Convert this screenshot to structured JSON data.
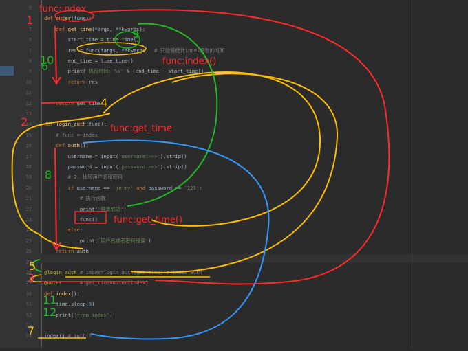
{
  "lines": [
    {
      "num": "5",
      "parts": [
        [
          "plain",
          ""
        ]
      ]
    },
    {
      "num": "6",
      "parts": [
        [
          "kw",
          "def "
        ],
        [
          "fn",
          "outer"
        ],
        [
          "plain",
          "(func):"
        ]
      ]
    },
    {
      "num": "7",
      "parts": [
        [
          "kw",
          "    def "
        ],
        [
          "fn",
          "get_time"
        ],
        [
          "plain",
          "(*args, **kwargs):"
        ]
      ]
    },
    {
      "num": "5",
      "parts": [
        [
          "plain",
          "        start_time = time.time()"
        ]
      ]
    },
    {
      "num": "7",
      "parts": [
        [
          "plain",
          "        res = func(*args, **kwargs)  "
        ],
        [
          "cm",
          "# 只能够统计index函数的时间"
        ]
      ]
    },
    {
      "num": "8",
      "parts": [
        [
          "plain",
          "        end_time = time.time()"
        ]
      ]
    },
    {
      "num": "9",
      "parts": [
        [
          "plain",
          "        print("
        ],
        [
          "st",
          "'执行时间: %s'"
        ],
        [
          "plain",
          " % (end_time - start_time))"
        ]
      ]
    },
    {
      "num": "10",
      "parts": [
        [
          "kw",
          "        return "
        ],
        [
          "plain",
          "res"
        ]
      ]
    },
    {
      "num": "11",
      "parts": [
        [
          "plain",
          ""
        ]
      ]
    },
    {
      "num": "12",
      "parts": [
        [
          "kw",
          "    return "
        ],
        [
          "plain",
          "get_time"
        ]
      ]
    },
    {
      "num": "13",
      "parts": [
        [
          "plain",
          ""
        ]
      ]
    },
    {
      "num": "14",
      "parts": [
        [
          "kw",
          "def "
        ],
        [
          "fn",
          "login_auth"
        ],
        [
          "plain",
          "(func):"
        ]
      ]
    },
    {
      "num": "15",
      "parts": [
        [
          "cm",
          "    # func = index"
        ]
      ]
    },
    {
      "num": "16",
      "parts": [
        [
          "kw",
          "    def "
        ],
        [
          "fn",
          "auth"
        ],
        [
          "plain",
          "():"
        ]
      ]
    },
    {
      "num": "17",
      "parts": [
        [
          "plain",
          "        username = input("
        ],
        [
          "st",
          "'username:>>>'"
        ],
        [
          "plain",
          ").strip()"
        ]
      ]
    },
    {
      "num": "18",
      "parts": [
        [
          "plain",
          "        password = input("
        ],
        [
          "st",
          "'password:>>>'"
        ],
        [
          "plain",
          ").strip()"
        ]
      ]
    },
    {
      "num": "19",
      "parts": [
        [
          "cm",
          "        # 2. 比较用户名和密码"
        ]
      ]
    },
    {
      "num": "20",
      "parts": [
        [
          "kw",
          "        if "
        ],
        [
          "plain",
          "username == "
        ],
        [
          "st",
          "'jerry'"
        ],
        [
          "kw",
          " and "
        ],
        [
          "plain",
          "password == "
        ],
        [
          "st",
          "'123'"
        ],
        [
          "plain",
          ":"
        ]
      ]
    },
    {
      "num": "21",
      "parts": [
        [
          "cm",
          "            # 执行函数"
        ]
      ]
    },
    {
      "num": "22",
      "parts": [
        [
          "plain",
          "            print("
        ],
        [
          "st",
          "'登录成功'"
        ],
        [
          "plain",
          ")"
        ]
      ]
    },
    {
      "num": "23",
      "parts": [
        [
          "plain",
          "            func()"
        ]
      ]
    },
    {
      "num": "24",
      "parts": [
        [
          "kw",
          "        else"
        ],
        [
          "plain",
          ":"
        ]
      ]
    },
    {
      "num": "25",
      "parts": [
        [
          "plain",
          "            print("
        ],
        [
          "st",
          "'用户名或者密码错误'"
        ],
        [
          "plain",
          ")"
        ]
      ]
    },
    {
      "num": "26",
      "parts": [
        [
          "kw",
          "    return "
        ],
        [
          "plain",
          "auth"
        ]
      ]
    },
    {
      "num": "27",
      "parts": [
        [
          "plain",
          ""
        ]
      ]
    },
    {
      "num": "28",
      "parts": [
        [
          "dec",
          "@login_auth"
        ],
        [
          "cm",
          " # index=login_auth(get_time) # index=auth"
        ]
      ]
    },
    {
      "num": "29",
      "parts": [
        [
          "dec",
          "@outer"
        ],
        [
          "cm",
          "      # get_time=outer(index)"
        ]
      ]
    },
    {
      "num": "30",
      "parts": [
        [
          "kw",
          "def "
        ],
        [
          "fn",
          "index"
        ],
        [
          "plain",
          "():"
        ]
      ]
    },
    {
      "num": "31",
      "parts": [
        [
          "plain",
          "    time.sleep("
        ],
        [
          "nm",
          "3"
        ],
        [
          "plain",
          ")"
        ]
      ]
    },
    {
      "num": "32",
      "parts": [
        [
          "plain",
          "    print("
        ],
        [
          "st",
          "'from index'"
        ],
        [
          "plain",
          ")"
        ]
      ]
    },
    {
      "num": "33",
      "parts": [
        [
          "plain",
          ""
        ]
      ]
    },
    {
      "num": "34",
      "parts": [
        [
          "plain",
          "index() "
        ],
        [
          "cm",
          "# auth()"
        ]
      ]
    }
  ],
  "annotations": {
    "red_labels": [
      "func:index",
      "func:index()",
      "func:get_time",
      "func:get_time()"
    ],
    "step_numbers": [
      "1",
      "2",
      "3",
      "4",
      "5",
      "6",
      "7",
      "8",
      "9",
      "10",
      "11",
      "12"
    ],
    "colors": {
      "red": "#ff2a2a",
      "green": "#22bb22",
      "yellow": "#ffbf00",
      "blue": "#3399ff"
    }
  }
}
